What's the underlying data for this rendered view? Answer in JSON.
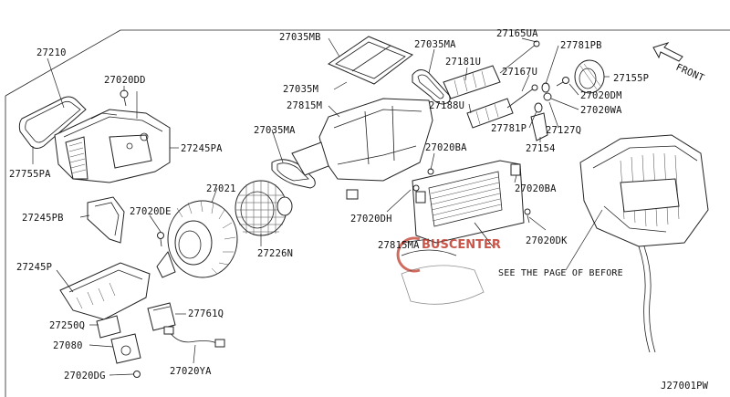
{
  "diagram_code": "J27001PW",
  "front_label": "FRONT",
  "see_page_note": "SEE THE PAGE OF BEFORE",
  "watermark": "BUSCENTER",
  "parts": {
    "p27210": "27210",
    "p27755PA": "27755PA",
    "p27020DD": "27020DD",
    "p27245PA": "27245PA",
    "p27035MB": "27035MB",
    "p27035M": "27035M",
    "p27815M": "27815M",
    "p27035MA_top": "27035MA",
    "p27035MA_left": "27035MA",
    "p27181U": "27181U",
    "p27165UA": "27165UA",
    "p27781PB": "27781PB",
    "p27155P": "27155P",
    "p27167U": "27167U",
    "p27020DM": "27020DM",
    "p27020WA": "27020WA",
    "p27188U": "27188U",
    "p27781P": "27781P",
    "p27127Q": "27127Q",
    "p27154": "27154",
    "p27020BA_top": "27020BA",
    "p27020BA_right": "27020BA",
    "p27021": "27021",
    "p27245PB": "27245PB",
    "p27020DE": "27020DE",
    "p27226N": "27226N",
    "p27020DH": "27020DH",
    "p27815MA": "27815MA",
    "p27020DK": "27020DK",
    "p27245P": "27245P",
    "p27250Q": "27250Q",
    "p27080": "27080",
    "p27020DG": "27020DG",
    "p27761Q": "27761Q",
    "p27020YA": "27020YA"
  }
}
